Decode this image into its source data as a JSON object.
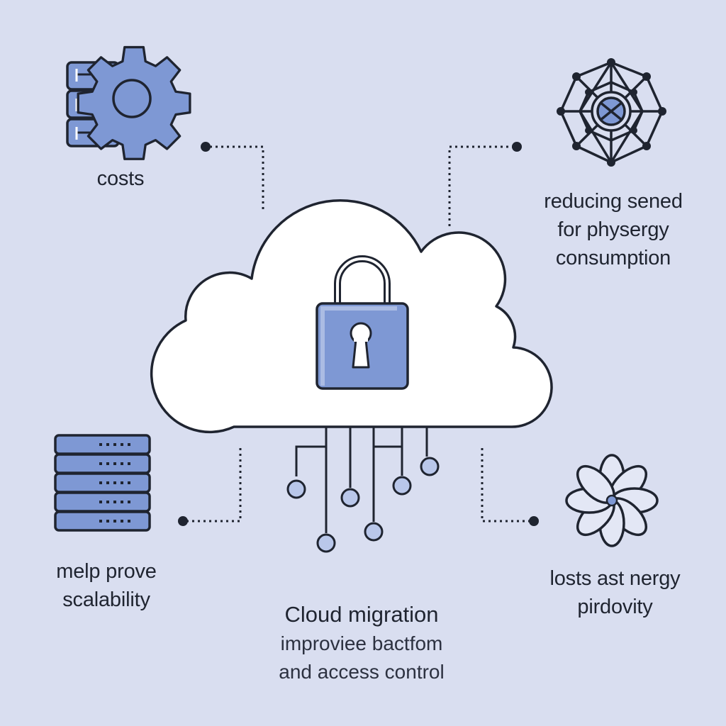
{
  "labels": {
    "costs": "costs",
    "top_right": [
      "reducing sened",
      "for physergy",
      "consumption"
    ],
    "bottom_left": [
      "melp prove",
      "scalability"
    ],
    "bottom_right": [
      "losts ast nergy",
      "pirdovity"
    ]
  },
  "caption": {
    "title": "Cloud migration",
    "subtitle": [
      "improviee bactfom",
      "and access control"
    ]
  },
  "icons": {
    "top_left": "server-gear-icon",
    "top_right": "network-globe-icon",
    "bottom_left": "server-rack-icon",
    "bottom_right": "flower-icon",
    "center": "cloud-lock-icon"
  },
  "colors": {
    "background": "#d9def0",
    "accent": "#7e98d4",
    "stroke": "#1f2430",
    "cloud_fill": "#ffffff"
  }
}
